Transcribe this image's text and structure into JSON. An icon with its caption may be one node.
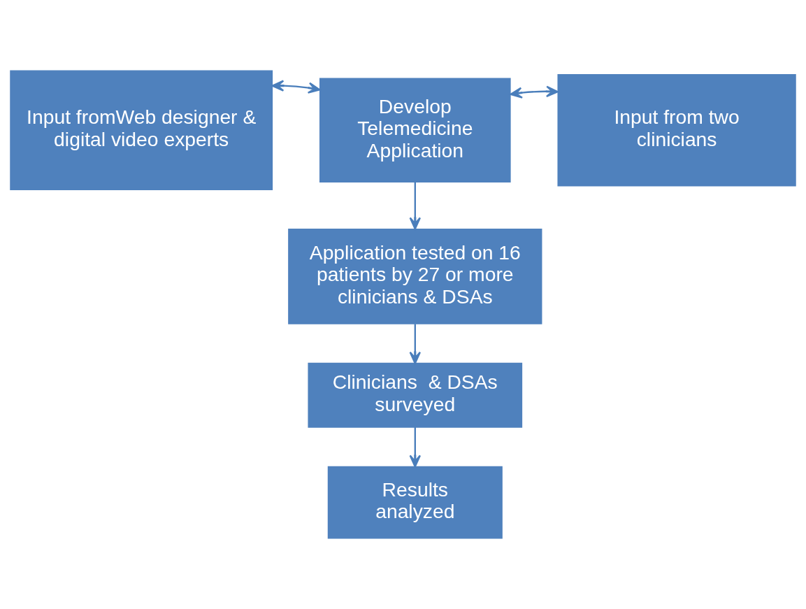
{
  "diagram": {
    "nodes": [
      {
        "text": [
          "Develop Telemedicine Application"
        ]
      },
      {
        "text": [
          "Input fromWeb designer & digital video experts"
        ]
      },
      {
        "text": [
          "Input from two clinicians"
        ]
      },
      {
        "text": [
          "Application tested on 16 patients by 27 or more clinicians & DSAs"
        ]
      },
      {
        "text": [
          "Clinicians  & DSAs surveyed"
        ]
      },
      {
        "text": [
          "Results analyzed"
        ]
      }
    ],
    "edges": [
      {
        "from": 0,
        "to": 1,
        "arrow": "both"
      },
      {
        "from": 0,
        "to": 2,
        "arrow": "both"
      },
      {
        "from": 0,
        "to": 3,
        "arrow": "to"
      },
      {
        "from": 3,
        "to": 4,
        "arrow": "to"
      },
      {
        "from": 4,
        "to": 5,
        "arrow": "to"
      }
    ]
  }
}
